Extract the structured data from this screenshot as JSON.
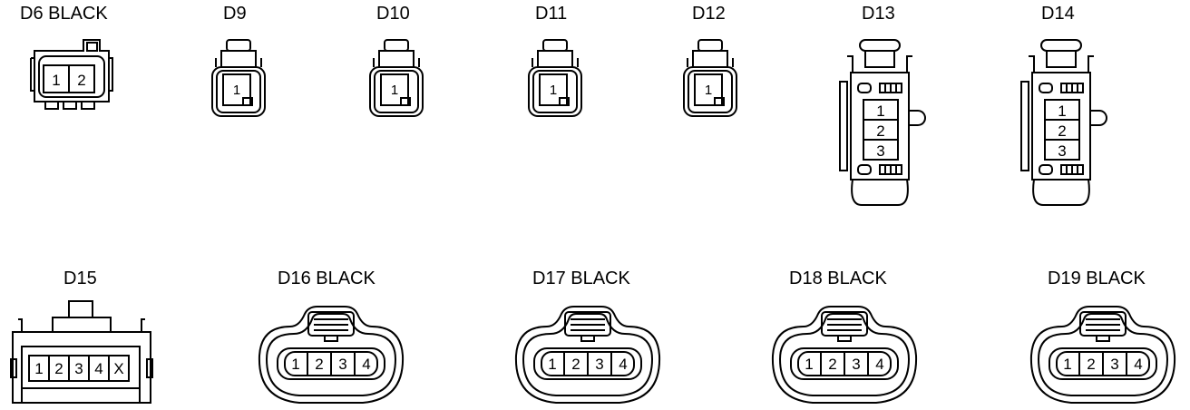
{
  "connectors": [
    {
      "id": "d6",
      "label": "D6  BLACK",
      "pins": [
        "1",
        "2"
      ]
    },
    {
      "id": "d9",
      "label": "D9",
      "pins": [
        "1"
      ]
    },
    {
      "id": "d10",
      "label": "D10",
      "pins": [
        "1"
      ]
    },
    {
      "id": "d11",
      "label": "D11",
      "pins": [
        "1"
      ]
    },
    {
      "id": "d12",
      "label": "D12",
      "pins": [
        "1"
      ]
    },
    {
      "id": "d13",
      "label": "D13",
      "pins": [
        "1",
        "2",
        "3"
      ]
    },
    {
      "id": "d14",
      "label": "D14",
      "pins": [
        "1",
        "2",
        "3"
      ]
    },
    {
      "id": "d15",
      "label": "D15",
      "pins": [
        "1",
        "2",
        "3",
        "4",
        "X"
      ]
    },
    {
      "id": "d16",
      "label": "D16  BLACK",
      "pins": [
        "1",
        "2",
        "3",
        "4"
      ]
    },
    {
      "id": "d17",
      "label": "D17  BLACK",
      "pins": [
        "1",
        "2",
        "3",
        "4"
      ]
    },
    {
      "id": "d18",
      "label": "D18  BLACK",
      "pins": [
        "1",
        "2",
        "3",
        "4"
      ]
    },
    {
      "id": "d19",
      "label": "D19  BLACK",
      "pins": [
        "1",
        "2",
        "3",
        "4"
      ]
    }
  ]
}
